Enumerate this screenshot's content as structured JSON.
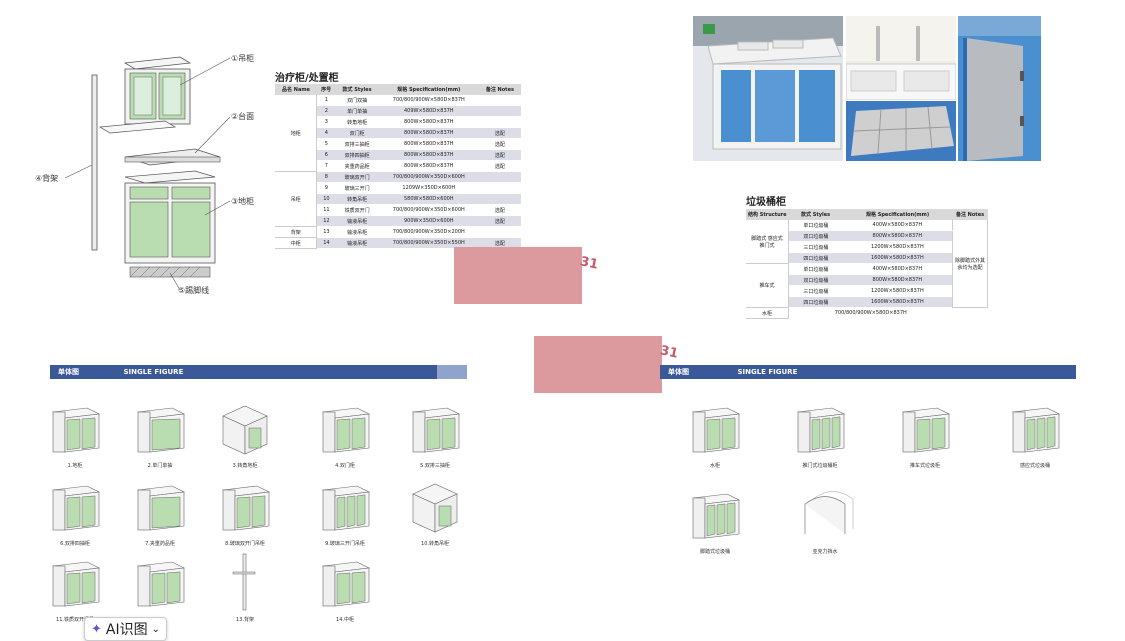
{
  "diagram": {
    "labels": [
      "①吊柜",
      "②台面",
      "③地柜",
      "④背架",
      "⑤踢脚线"
    ]
  },
  "treatment": {
    "title": "治疗柜/处置柜",
    "headers": [
      "品名 Name",
      "序号",
      "款式 Styles",
      "规格  Specification(mm)",
      "备注 Notes"
    ],
    "groups": [
      {
        "name": "地柜",
        "rows": [
          {
            "no": "1",
            "style": "双门双抽",
            "spec": "700/800/900W×580D×837H",
            "note": ""
          },
          {
            "no": "2",
            "style": "单门单抽",
            "spec": "409W×580D×837H",
            "note": ""
          },
          {
            "no": "3",
            "style": "转角地柜",
            "spec": "800W×580D×837H",
            "note": ""
          },
          {
            "no": "4",
            "style": "双门柜",
            "spec": "800W×580D×837H",
            "note": "选配"
          },
          {
            "no": "5",
            "style": "双排三抽柜",
            "spec": "800W×580D×837H",
            "note": "选配"
          },
          {
            "no": "6",
            "style": "双排四抽柜",
            "spec": "800W×580D×837H",
            "note": "选配"
          },
          {
            "no": "7",
            "style": "夹重药品柜",
            "spec": "800W×580D×837H",
            "note": "选配"
          }
        ]
      },
      {
        "name": "吊柜",
        "rows": [
          {
            "no": "8",
            "style": "玻璃双开门",
            "spec": "700/800/900W×350D×600H",
            "note": ""
          },
          {
            "no": "9",
            "style": "玻璃三开门",
            "spec": "1209W×350D×600H",
            "note": ""
          },
          {
            "no": "10",
            "style": "转角吊柜",
            "spec": "580W×580D×600H",
            "note": ""
          },
          {
            "no": "11",
            "style": "铁质双开门",
            "spec": "700/800/900W×350D×600H",
            "note": "选配"
          },
          {
            "no": "12",
            "style": "输液吊柜",
            "spec": "900W×350D×600H",
            "note": "选配"
          }
        ]
      },
      {
        "name": "背架",
        "rows": [
          {
            "no": "13",
            "style": "输液吊柜",
            "spec": "700/800/900W×350D×200H",
            "note": ""
          }
        ]
      },
      {
        "name": "中柜",
        "rows": [
          {
            "no": "14",
            "style": "输液吊柜",
            "spec": "700/800/900W×350D×550H",
            "note": "选配"
          }
        ]
      }
    ]
  },
  "trash": {
    "title": "垃圾桶柜",
    "headers": [
      "结构 Structure",
      "款式 Styles",
      "规格  Specification(mm)",
      "备注 Notes"
    ],
    "groups": [
      {
        "name": "脚踏式 感应式 推门式",
        "rows": [
          {
            "style": "单口垃圾桶",
            "spec": "400W×580D×837H"
          },
          {
            "style": "双口垃圾桶",
            "spec": "800W×580D×837H"
          },
          {
            "style": "三口垃圾桶",
            "spec": "1200W×580D×837H"
          },
          {
            "style": "四口垃圾桶",
            "spec": "1600W×580D×837H"
          }
        ]
      },
      {
        "name": "推车式",
        "rows": [
          {
            "style": "单口垃圾桶",
            "spec": "400W×580D×837H"
          },
          {
            "style": "双口垃圾桶",
            "spec": "800W×580D×837H"
          },
          {
            "style": "三口垃圾桶",
            "spec": "1200W×580D×837H"
          },
          {
            "style": "四口垃圾桶",
            "spec": "1600W×580D×837H"
          }
        ]
      }
    ],
    "note": "除脚踏式外其余均为选配",
    "water": {
      "name": "水柜",
      "spec": "700/800/900W×580D×837H"
    }
  },
  "stamps": [
    "31",
    "31"
  ],
  "left_figures": {
    "bar_cn": "单体图",
    "bar_en": "SINGLE FIGURE",
    "items": [
      "1.地柜",
      "2.单门单抽",
      "3.转角地柜",
      "4.双门柜",
      "5.双排三抽柜",
      "6.双排四抽柜",
      "7.夹重药品柜",
      "8.玻璃双开门吊柜",
      "9.玻璃三开门吊柜",
      "10.转角吊柜",
      "11.铁质双开门吊",
      "",
      "13.背架",
      "14.中柜"
    ]
  },
  "right_figures": {
    "bar_cn": "单体图",
    "bar_en": "SINGLE FIGURE",
    "items": [
      "水柜",
      "推门式垃圾桶柜",
      "推车式垃圾柜",
      "感应式垃圾桶",
      "脚踏式垃圾桶",
      "亚克力挡水"
    ]
  },
  "ai_button": {
    "label": "AI识图"
  },
  "colors": {
    "brand_bar": "#3b5998",
    "cabinet_green": "#b9dcb0",
    "photo_blue": "#4a90d0"
  }
}
